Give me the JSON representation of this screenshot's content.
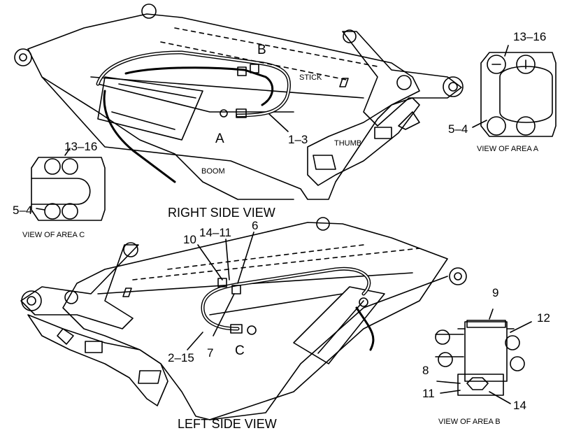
{
  "views": {
    "right_side_caption": "RIGHT SIDE VIEW",
    "left_side_caption": "LEFT SIDE VIEW",
    "area_a_caption": "VIEW OF AREA A",
    "area_b_caption": "VIEW OF AREA B",
    "area_c_caption": "VIEW OF AREA C"
  },
  "part_labels": {
    "stick": "STICK",
    "thumb": "THUMB",
    "boom": "BOOM"
  },
  "area_letters": {
    "a": "A",
    "b": "B",
    "c": "C"
  },
  "callouts": {
    "right_1_3": "1–3",
    "area_a_13_16": "13–16",
    "area_a_5_4": "5–4",
    "area_c_13_16": "13–16",
    "area_c_5_4": "5–4",
    "left_10": "10",
    "left_14_11": "14–11",
    "left_6": "6",
    "left_2_15": "2–15",
    "left_7": "7",
    "area_b_9": "9",
    "area_b_12": "12",
    "area_b_8": "8",
    "area_b_11": "11",
    "area_b_14": "14"
  }
}
